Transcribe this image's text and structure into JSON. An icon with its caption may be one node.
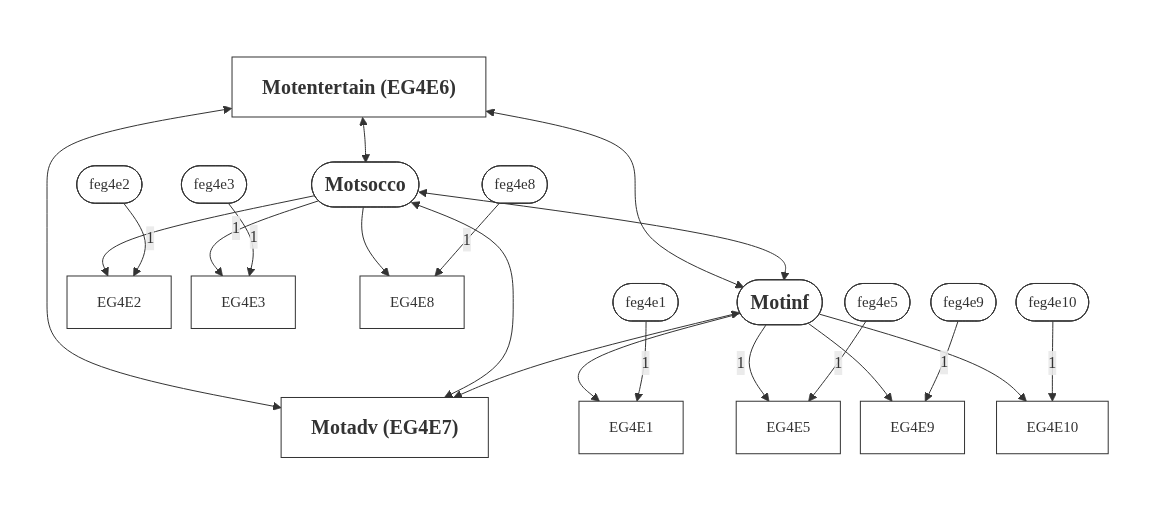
{
  "diagram": {
    "nodes": [
      {
        "text": [
          "Motentertain (EG4E6)"
        ]
      },
      {
        "text": [
          "Motsocco"
        ]
      },
      {
        "text": [
          "Motinf"
        ]
      },
      {
        "text": [
          "Motadv (EG4E7)"
        ]
      },
      {
        "text": [
          "EG4E2"
        ]
      },
      {
        "text": [
          "EG4E3"
        ]
      },
      {
        "text": [
          "EG4E8"
        ]
      },
      {
        "text": [
          "EG4E1"
        ]
      },
      {
        "text": [
          "EG4E5"
        ]
      },
      {
        "text": [
          "EG4E9"
        ]
      },
      {
        "text": [
          "EG4E10"
        ]
      },
      {
        "text": [
          "feg4e2"
        ]
      },
      {
        "text": [
          "feg4e3"
        ]
      },
      {
        "text": [
          "feg4e8"
        ]
      },
      {
        "text": [
          "feg4e1"
        ]
      },
      {
        "text": [
          "feg4e5"
        ]
      },
      {
        "text": [
          "feg4e9"
        ]
      },
      {
        "text": [
          "feg4e10"
        ]
      }
    ],
    "edges": [
      {
        "from": 0,
        "to": 3,
        "arrow": "both"
      },
      {
        "from": 0,
        "to": 2,
        "arrow": "both"
      },
      {
        "from": 1,
        "to": 3,
        "arrow": "both"
      },
      {
        "from": 0,
        "to": 1,
        "arrow": "both"
      },
      {
        "from": 1,
        "to": 2,
        "arrow": "both"
      },
      {
        "from": 2,
        "to": 3,
        "arrow": "both"
      },
      {
        "from": 1,
        "to": 4,
        "arrow": "to"
      },
      {
        "from": 1,
        "to": 5,
        "arrow": "to",
        "label": "1"
      },
      {
        "from": 1,
        "to": 6,
        "arrow": "to"
      },
      {
        "from": 2,
        "to": 7,
        "arrow": "to"
      },
      {
        "from": 2,
        "to": 8,
        "arrow": "to",
        "label": "1"
      },
      {
        "from": 2,
        "to": 9,
        "arrow": "to"
      },
      {
        "from": 2,
        "to": 10,
        "arrow": "to"
      },
      {
        "from": 11,
        "to": 4,
        "arrow": "to",
        "label": "1"
      },
      {
        "from": 12,
        "to": 5,
        "arrow": "to",
        "label": "1"
      },
      {
        "from": 13,
        "to": 6,
        "arrow": "to",
        "label": "1"
      },
      {
        "from": 14,
        "to": 7,
        "arrow": "to",
        "label": "1"
      },
      {
        "from": 15,
        "to": 8,
        "arrow": "to",
        "label": "1"
      },
      {
        "from": 16,
        "to": 9,
        "arrow": "to",
        "label": "1"
      },
      {
        "from": 17,
        "to": 10,
        "arrow": "to",
        "label": "1"
      }
    ]
  }
}
